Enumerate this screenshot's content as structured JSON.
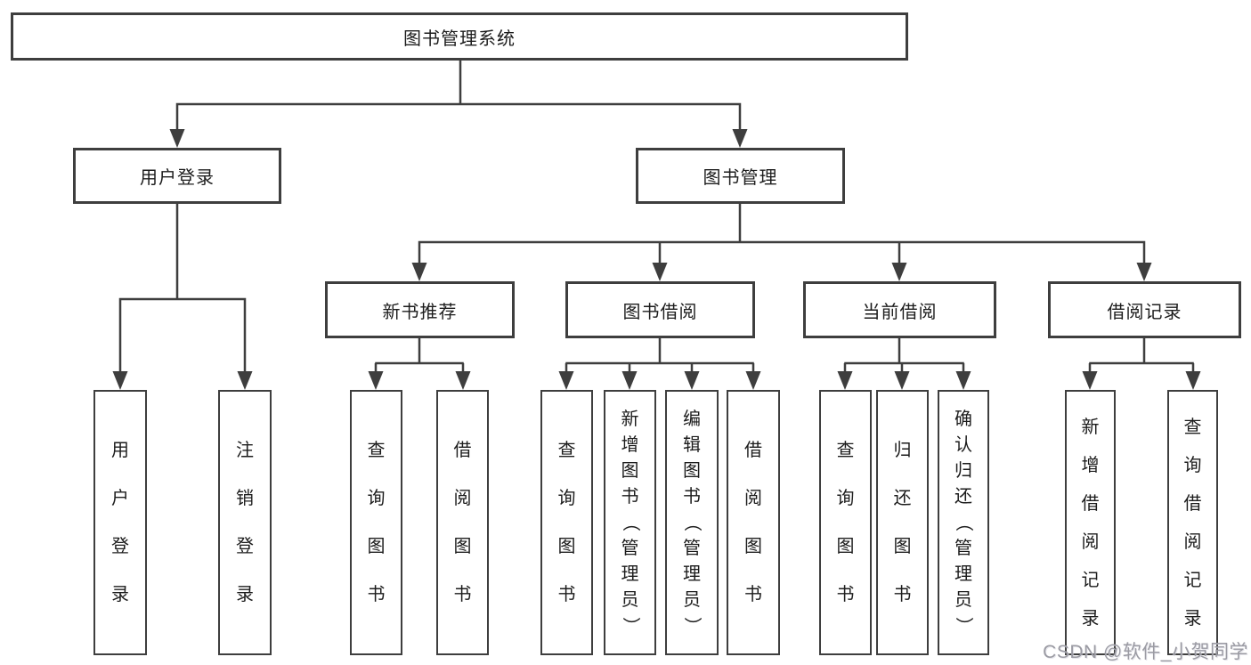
{
  "tree": {
    "root": {
      "label": "图书管理系统"
    },
    "branches": [
      {
        "label": "用户登录",
        "leaves": [
          {
            "label": "用户登录"
          },
          {
            "label": "注销登录"
          }
        ]
      },
      {
        "label": "图书管理",
        "groups": [
          {
            "label": "新书推荐",
            "leaves": [
              {
                "label": "查询图书"
              },
              {
                "label": "借阅图书"
              }
            ]
          },
          {
            "label": "图书借阅",
            "leaves": [
              {
                "label": "查询图书"
              },
              {
                "label": "新增图书（管理员）"
              },
              {
                "label": "编辑图书（管理员）"
              },
              {
                "label": "借阅图书"
              }
            ]
          },
          {
            "label": "当前借阅",
            "leaves": [
              {
                "label": "查询图书"
              },
              {
                "label": "归还图书"
              },
              {
                "label": "确认归还（管理员）"
              }
            ]
          },
          {
            "label": "借阅记录",
            "leaves": [
              {
                "label": "新增借阅记录"
              },
              {
                "label": "查询借阅记录"
              }
            ]
          }
        ]
      }
    ]
  },
  "watermark": {
    "text": "CSDN @软件_小贺同学"
  },
  "colors": {
    "line": "#3e3e3e",
    "text": "#1c1c1c",
    "watermark": "#9b9ba3",
    "background": "#ffffff"
  }
}
